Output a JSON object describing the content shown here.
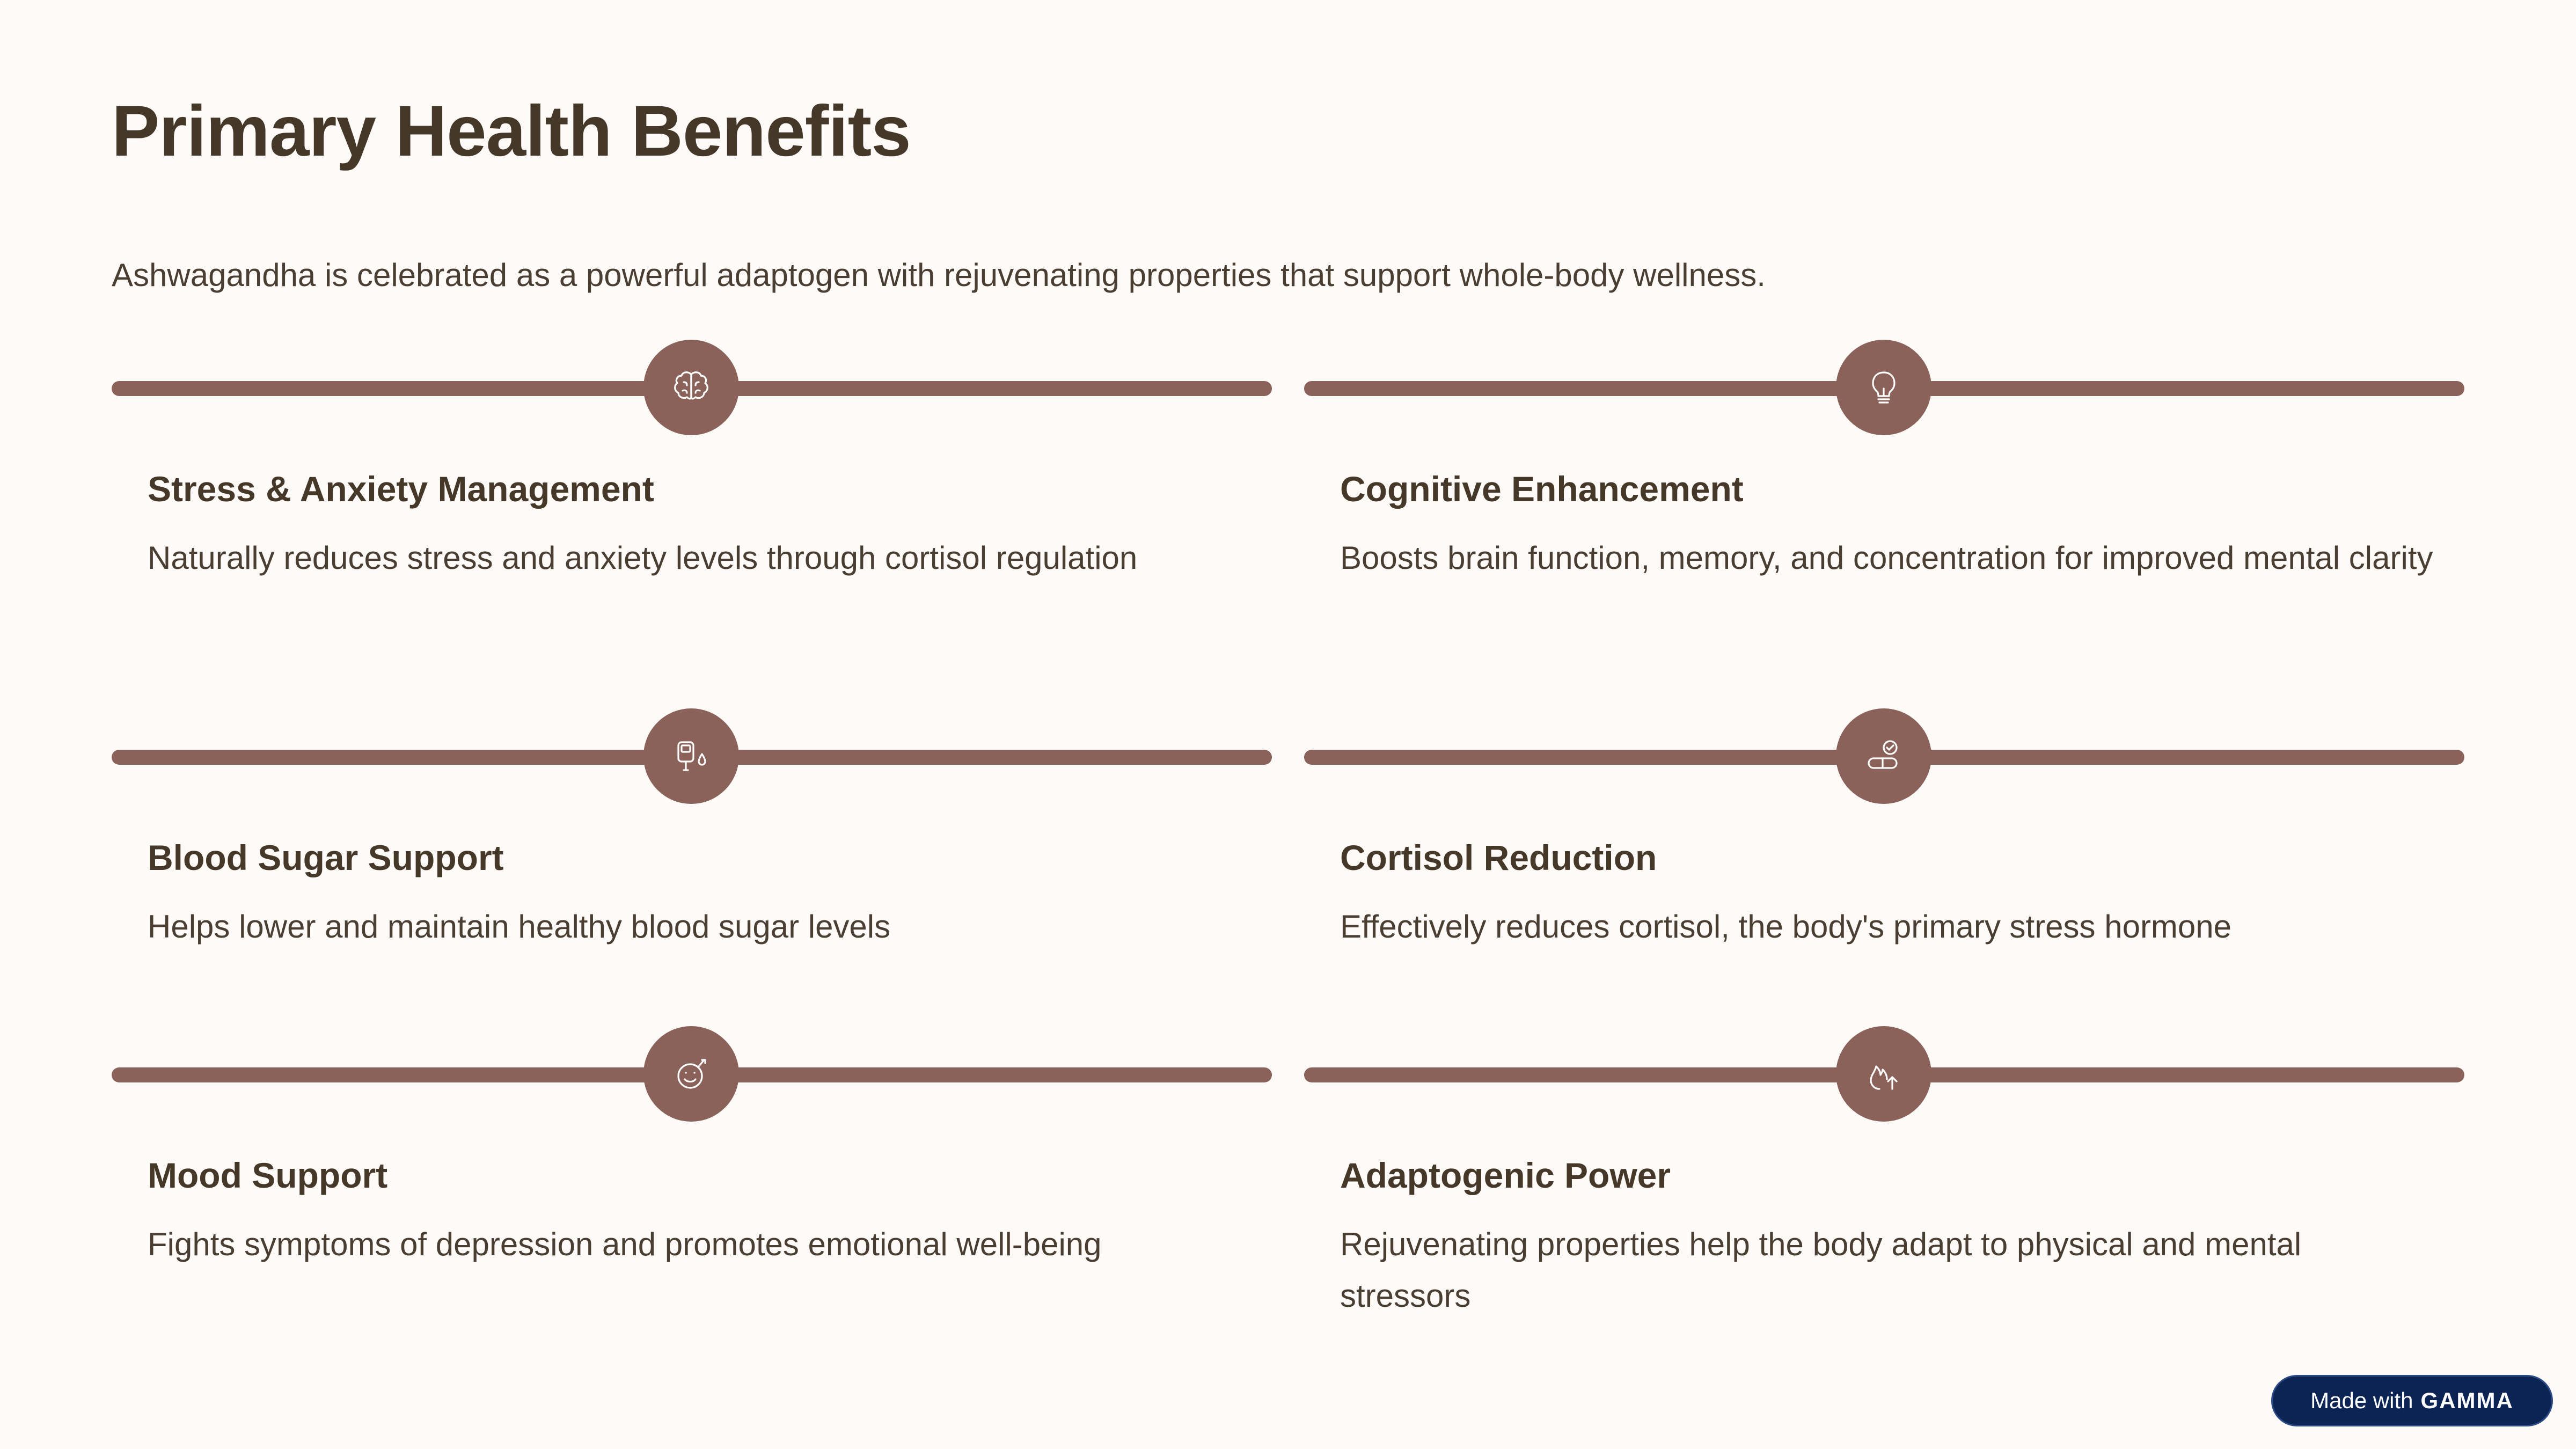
{
  "title": "Primary Health Benefits",
  "subtitle": "Ashwagandha is celebrated as a powerful adaptogen with rejuvenating properties that support whole-body wellness.",
  "accent_color": "#8a6259",
  "benefits": [
    {
      "icon": "brain-icon",
      "heading": "Stress & Anxiety Management",
      "description": "Naturally reduces stress and anxiety levels through cortisol regulation"
    },
    {
      "icon": "lightbulb-icon",
      "heading": "Cognitive Enhancement",
      "description": "Boosts brain function, memory, and concentration for improved mental clarity"
    },
    {
      "icon": "glucose-meter-icon",
      "heading": "Blood Sugar Support",
      "description": "Helps lower and maintain healthy blood sugar levels"
    },
    {
      "icon": "pill-check-icon",
      "heading": "Cortisol Reduction",
      "description": "Effectively reduces cortisol, the body's primary stress hormone"
    },
    {
      "icon": "happy-face-icon",
      "heading": "Mood Support",
      "description": "Fights symptoms of depression and promotes emotional well-being"
    },
    {
      "icon": "flame-arrow-icon",
      "heading": "Adaptogenic Power",
      "description": "Rejuvenating properties help the body adapt to physical and mental stressors"
    }
  ],
  "badge": {
    "prefix": "Made with",
    "brand": "GAMMA"
  }
}
